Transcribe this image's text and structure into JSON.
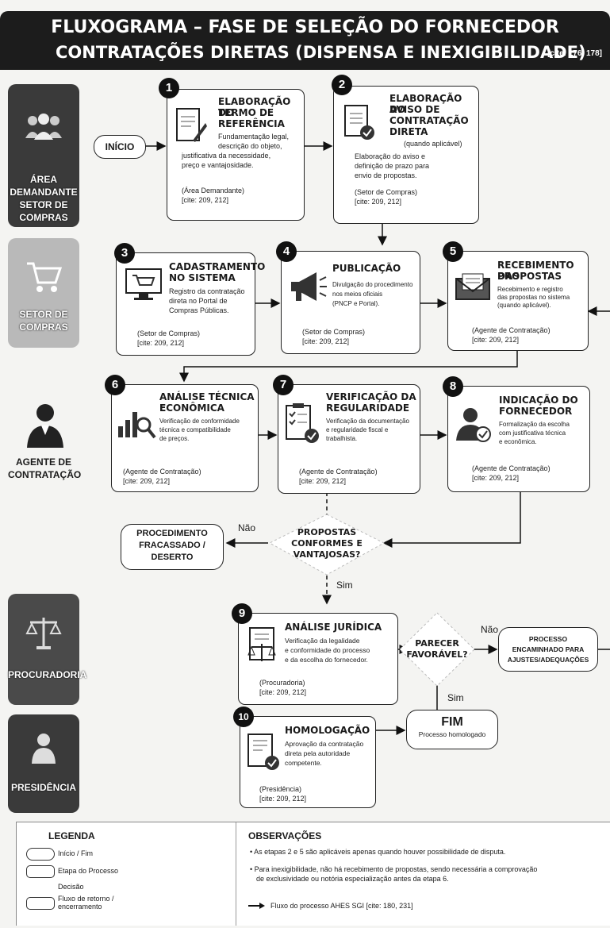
{
  "header": {
    "line1": "FLUXOGRAMA – FASE DE SELEÇÃO DO FORNECEDOR",
    "line2": "CONTRATAÇÕES DIRETAS (DISPENSA E INEXIGIBILIDADE)",
    "cite": "[cite: 176, 178]"
  },
  "lanes": {
    "demandante": [
      "ÁREA",
      "DEMANDANTE /",
      "SETOR DE",
      "COMPRAS"
    ],
    "compras": [
      "SETOR DE",
      "COMPRAS"
    ],
    "agente": [
      "AGENTE DE",
      "CONTRATAÇÃO"
    ],
    "procuradoria": "PROCURADORIA",
    "presidencia": "PRESIDÊNCIA"
  },
  "inicio": "INÍCIO",
  "steps": [
    {
      "num": "1",
      "title": [
        "ELABORAÇÃO DO",
        "TERMO DE",
        "REFERÊNCIA"
      ],
      "desc": [
        "Fundamentação legal,",
        "descrição do objeto,",
        "justificativa da necessidade,",
        "preço e vantajosidade."
      ],
      "foot": [
        "(Área Demandante)",
        "[cite: 209, 212]"
      ]
    },
    {
      "num": "2",
      "title": [
        "ELABORAÇÃO DO",
        "AVISO DE",
        "CONTRATAÇÃO",
        "DIRETA"
      ],
      "note": "(quando aplicável)",
      "desc": [
        "Elaboração do aviso e",
        "definição de prazo para",
        "envio de propostas."
      ],
      "foot": [
        "(Setor de Compras)",
        "[cite: 209, 212]"
      ]
    },
    {
      "num": "3",
      "title": [
        "CADASTRAMENTO",
        "NO SISTEMA"
      ],
      "desc": [
        "Registro da contratação",
        "direta no Portal de",
        "Compras Públicas."
      ],
      "foot": [
        "(Setor de Compras)",
        "[cite: 209, 212]"
      ]
    },
    {
      "num": "4",
      "title": [
        "PUBLICAÇÃO"
      ],
      "desc": [
        "Divulgação do procedimento",
        "nos meios oficiais",
        "(PNCP e Portal)."
      ],
      "foot": [
        "(Setor de Compras)",
        "[cite: 209, 212]"
      ]
    },
    {
      "num": "5",
      "title": [
        "RECEBIMENTO DAS",
        "PROPOSTAS"
      ],
      "desc": [
        "Recebimento e registro",
        "das propostas no sistema",
        "(quando aplicável)."
      ],
      "foot": [
        "(Agente de Contratação)",
        "[cite: 209, 212]"
      ]
    },
    {
      "num": "6",
      "title": [
        "ANÁLISE TÉCNICA E",
        "ECONÔMICA"
      ],
      "desc": [
        "Verificação de conformidade",
        "técnica e compatibilidade",
        "de preços."
      ],
      "foot": [
        "(Agente de Contratação)",
        "[cite: 209, 212]"
      ]
    },
    {
      "num": "7",
      "title": [
        "VERIFICAÇÃO DA",
        "REGULARIDADE"
      ],
      "desc": [
        "Verificação da documentação",
        "e regularidade fiscal e",
        "trabalhista."
      ],
      "foot": [
        "(Agente de Contratação)",
        "[cite: 209, 212]"
      ]
    },
    {
      "num": "8",
      "title": [
        "INDICAÇÃO DO",
        "FORNECEDOR"
      ],
      "desc": [
        "Formalização da escolha",
        "com justificativa técnica",
        "e econômica."
      ],
      "foot": [
        "(Agente de Contratação)",
        "[cite: 209, 212]"
      ]
    },
    {
      "num": "9",
      "title": [
        "ANÁLISE JURÍDICA"
      ],
      "desc": [
        "Verificação da legalidade",
        "e conformidade do processo",
        "e da escolha do fornecedor."
      ],
      "foot": [
        "(Procuradoria)",
        "[cite: 209, 212]"
      ]
    },
    {
      "num": "10",
      "title": [
        "HOMOLOGAÇÃO"
      ],
      "desc": [
        "Aprovação da contratação",
        "direta pela autoridade",
        "competente."
      ],
      "foot": [
        "(Presidência)",
        "[cite: 209, 212]"
      ]
    }
  ],
  "decision1": {
    "text": [
      "PROPOSTAS",
      "CONFORMES E",
      "VANTAJOSAS?"
    ],
    "no": "Não",
    "yes": "Sim"
  },
  "fracassado": [
    "PROCEDIMENTO",
    "FRACASSADO /",
    "DESERTO"
  ],
  "decision2": {
    "text": [
      "PARECER",
      "FAVORÁVEL?"
    ],
    "no": "Não",
    "yes": "Sim"
  },
  "ajustes": [
    "PROCESSO",
    "ENCAMINHADO PARA",
    "AJUSTES/ADEQUAÇÕES"
  ],
  "fim": {
    "title": "FIM",
    "sub": "Processo homologado"
  },
  "legend": {
    "title": "LEGENDA",
    "items": [
      "Início / Fim",
      "Etapa do Processo",
      "Decisão",
      "Fluxo de retorno /",
      "encerramento"
    ]
  },
  "obs": {
    "title": "OBSERVAÇÕES",
    "items": [
      "• As etapas 2 e 5 são aplicáveis apenas quando houver possibilidade de disputa.",
      "• Para inexigibilidade, não há recebimento de propostas, sendo necessária a comprovação",
      "de exclusividade ou notória especialização antes da etapa 6."
    ],
    "flow": "Fluxo do processo AHES SGI [cite: 180, 231]"
  },
  "colors": {
    "dark": "#1c1c1c",
    "lane_dark": "#3a3a3a",
    "lane_light": "#b9b9b9",
    "line": "#111111"
  }
}
